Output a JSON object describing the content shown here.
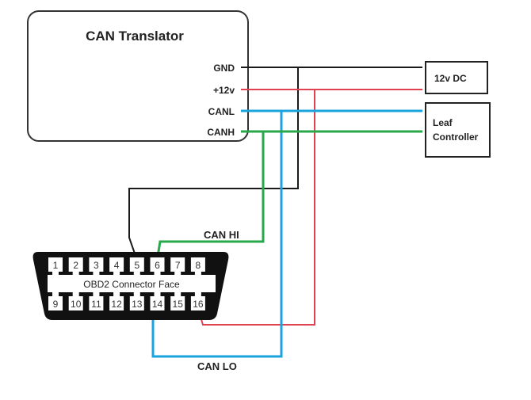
{
  "translator": {
    "title": "CAN Translator",
    "pins": [
      {
        "label": "GND",
        "color": "#1a1a1a"
      },
      {
        "label": "+12v",
        "color": "#e0424f"
      },
      {
        "label": "CANL",
        "color": "#1aa3dc"
      },
      {
        "label": "CANH",
        "color": "#28a84a"
      }
    ]
  },
  "power_box": {
    "label": "12v DC"
  },
  "leaf_box": {
    "line1": "Leaf",
    "line2": "Controller"
  },
  "connector": {
    "title": "OBD2 Connector Face",
    "top_pins": [
      "1",
      "2",
      "3",
      "4",
      "5",
      "6",
      "7",
      "8"
    ],
    "bottom_pins": [
      "9",
      "10",
      "11",
      "12",
      "13",
      "14",
      "15",
      "16"
    ]
  },
  "wire_labels": {
    "can_hi": "CAN HI",
    "can_lo": "CAN LO"
  },
  "colors": {
    "gnd": "#1a1a1a",
    "power": "#e0424f",
    "canl": "#1aa3dc",
    "canh": "#28a84a"
  }
}
